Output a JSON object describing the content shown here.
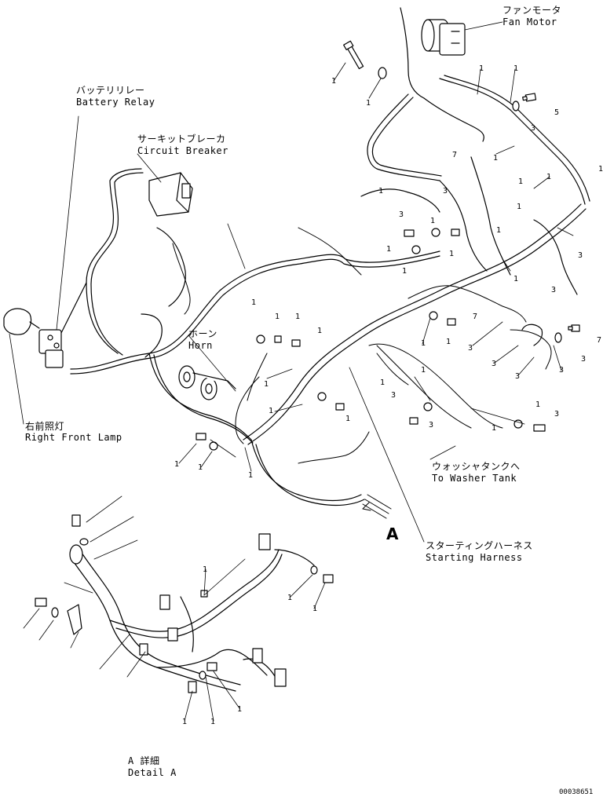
{
  "labels": {
    "fan_motor_jp": "ファンモータ",
    "fan_motor_en": "Fan Motor",
    "battery_relay_jp": "バッテリリレー",
    "battery_relay_en": "Battery Relay",
    "circuit_breaker_jp": "サーキットブレーカ",
    "circuit_breaker_en": "Circuit Breaker",
    "horn_jp": "ホーン",
    "horn_en": "Horn",
    "right_front_lamp_jp": "右前照灯",
    "right_front_lamp_en": "Right Front Lamp",
    "washer_tank_jp": "ウォッシャタンクへ",
    "washer_tank_en": "To Washer Tank",
    "starting_harness_jp": "スターティングハーネス",
    "starting_harness_en": "Starting Harness",
    "view_arrow": "A",
    "detail_jp": "A 詳細",
    "detail_en": "Detail A",
    "drawing_code": "00038651"
  },
  "part_numbers": {
    "n1": "1",
    "n3": "3",
    "n5": "5",
    "n7": "7"
  }
}
